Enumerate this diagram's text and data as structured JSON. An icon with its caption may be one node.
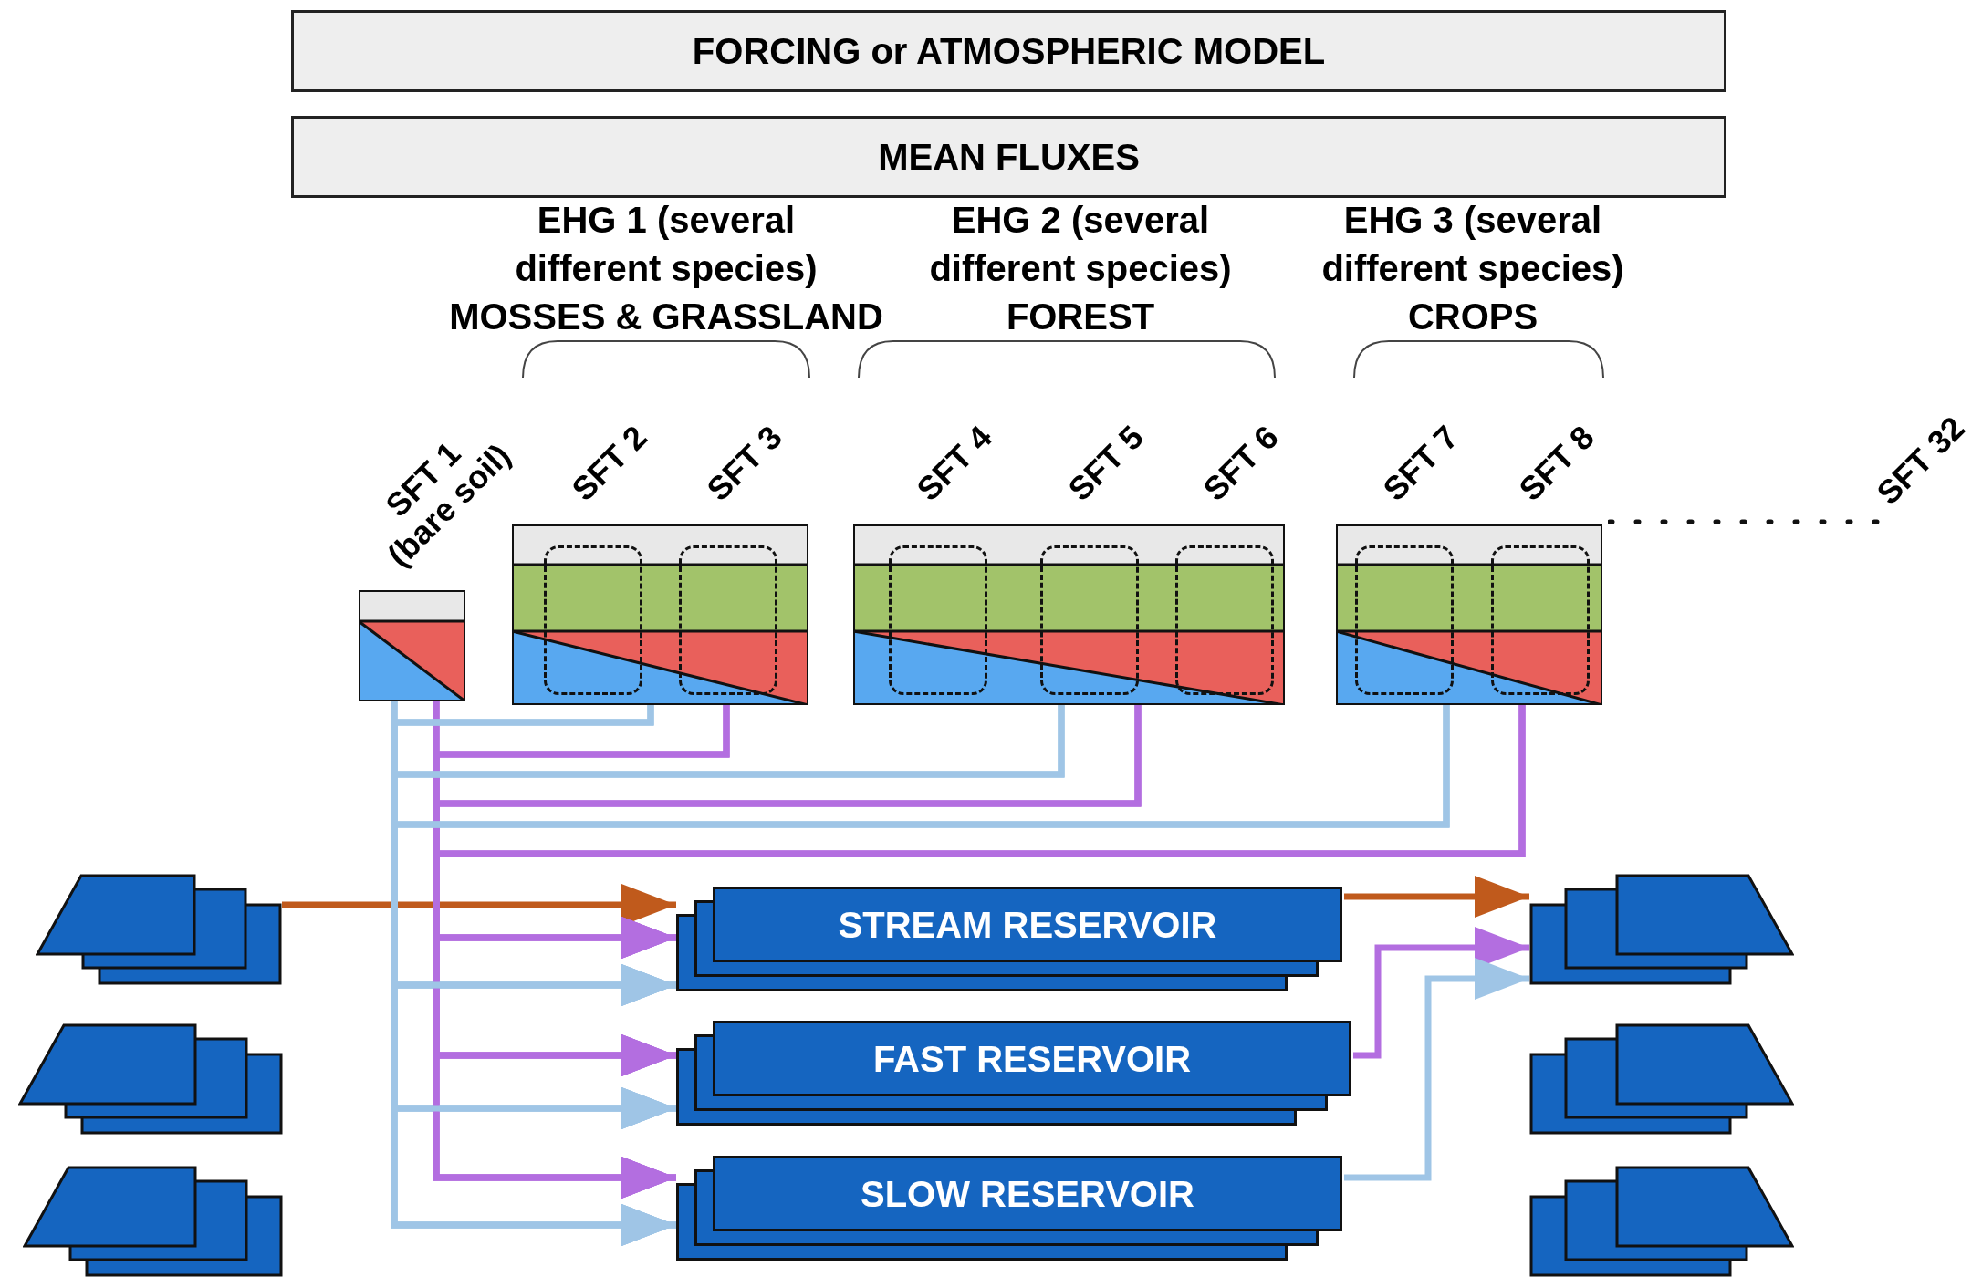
{
  "diagram": {
    "nodes": [
      {
        "text": [
          "FORCING or ATMOSPHERIC MODEL"
        ]
      },
      {
        "text": [
          "MEAN FLUXES"
        ]
      },
      {
        "text": [
          "SFT 1 (bare soil)"
        ]
      },
      {
        "text": [
          "EHG 1 (several different species)",
          "MOSSES & GRASSLAND"
        ]
      },
      {
        "text": [
          "SFT 2"
        ],
        "in": 3
      },
      {
        "text": [
          "SFT 3"
        ],
        "in": 3
      },
      {
        "text": [
          "EHG 2 (several different species)",
          "FOREST"
        ]
      },
      {
        "text": [
          "SFT 4"
        ],
        "in": 6
      },
      {
        "text": [
          "SFT 5"
        ],
        "in": 6
      },
      {
        "text": [
          "SFT 6"
        ],
        "in": 6
      },
      {
        "text": [
          "EHG 3 (several different species)",
          "CROPS"
        ]
      },
      {
        "text": [
          "SFT 7"
        ],
        "in": 10
      },
      {
        "text": [
          "SFT 8"
        ],
        "in": 10
      },
      {
        "text": [],
        "shape": "parallelogram"
      },
      {
        "text": [
          "STREAM RESERVOIR"
        ]
      },
      {
        "text": [],
        "shape": "parallelogram"
      },
      {
        "text": [],
        "shape": "parallelogram"
      },
      {
        "text": [
          "FAST RESERVOIR"
        ]
      },
      {
        "text": [],
        "shape": "parallelogram"
      },
      {
        "text": [],
        "shape": "parallelogram"
      },
      {
        "text": [
          "SLOW RESERVOIR"
        ]
      },
      {
        "text": [],
        "shape": "parallelogram"
      }
    ],
    "edges": [
      {
        "from": 13,
        "to": 14,
        "arrow": "to",
        "color": "#c05a1c"
      },
      {
        "from": 14,
        "to": 15,
        "arrow": "to",
        "color": "#c05a1c"
      },
      {
        "from": 17,
        "to": 15,
        "arrow": "to",
        "color": "#b36ee0"
      },
      {
        "from": 20,
        "to": 15,
        "arrow": "to",
        "color": "#9fc5e6"
      },
      {
        "from": 2,
        "to": 14,
        "arrow": "to",
        "color": "#b36ee0"
      },
      {
        "from": 2,
        "to": 17,
        "arrow": "to",
        "color": "#b36ee0"
      },
      {
        "from": 2,
        "to": 20,
        "arrow": "to",
        "color": "#b36ee0"
      },
      {
        "from": 2,
        "to": 14,
        "arrow": "to",
        "color": "#9fc5e6"
      },
      {
        "from": 2,
        "to": 17,
        "arrow": "to",
        "color": "#9fc5e6"
      },
      {
        "from": 2,
        "to": 20,
        "arrow": "to",
        "color": "#9fc5e6"
      },
      {
        "from": 3,
        "to": 14,
        "arrow": "to",
        "color": "#b36ee0"
      },
      {
        "from": 3,
        "to": 17,
        "arrow": "to",
        "color": "#b36ee0"
      },
      {
        "from": 3,
        "to": 20,
        "arrow": "to",
        "color": "#b36ee0"
      },
      {
        "from": 3,
        "to": 14,
        "arrow": "to",
        "color": "#9fc5e6"
      },
      {
        "from": 3,
        "to": 17,
        "arrow": "to",
        "color": "#9fc5e6"
      },
      {
        "from": 3,
        "to": 20,
        "arrow": "to",
        "color": "#9fc5e6"
      },
      {
        "from": 6,
        "to": 14,
        "arrow": "to",
        "color": "#b36ee0"
      },
      {
        "from": 6,
        "to": 17,
        "arrow": "to",
        "color": "#b36ee0"
      },
      {
        "from": 6,
        "to": 20,
        "arrow": "to",
        "color": "#b36ee0"
      },
      {
        "from": 6,
        "to": 14,
        "arrow": "to",
        "color": "#9fc5e6"
      },
      {
        "from": 6,
        "to": 17,
        "arrow": "to",
        "color": "#9fc5e6"
      },
      {
        "from": 6,
        "to": 20,
        "arrow": "to",
        "color": "#9fc5e6"
      },
      {
        "from": 10,
        "to": 14,
        "arrow": "to",
        "color": "#b36ee0"
      },
      {
        "from": 10,
        "to": 17,
        "arrow": "to",
        "color": "#b36ee0"
      },
      {
        "from": 10,
        "to": 20,
        "arrow": "to",
        "color": "#b36ee0"
      },
      {
        "from": 10,
        "to": 14,
        "arrow": "to",
        "color": "#9fc5e6"
      },
      {
        "from": 10,
        "to": 17,
        "arrow": "to",
        "color": "#9fc5e6"
      },
      {
        "from": 10,
        "to": 20,
        "arrow": "to",
        "color": "#9fc5e6"
      }
    ],
    "labels": [
      "SFT 32"
    ]
  }
}
